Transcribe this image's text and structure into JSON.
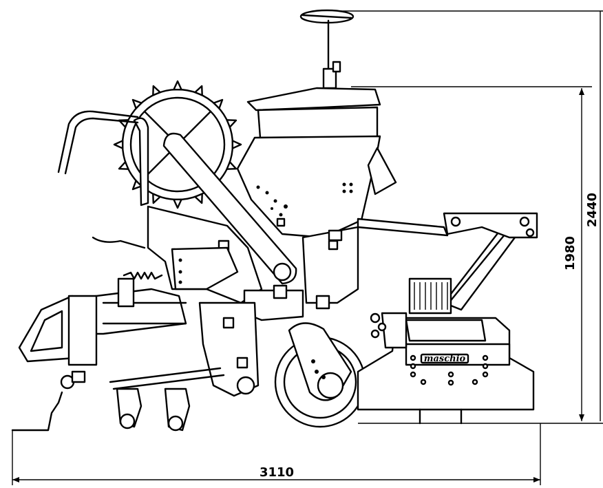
{
  "dimensions": {
    "total_length": "3110",
    "hopper_height": "1980",
    "total_height": "2440"
  },
  "brand": {
    "name": "maschio"
  },
  "colors": {
    "line": "#000000",
    "background": "#ffffff"
  }
}
